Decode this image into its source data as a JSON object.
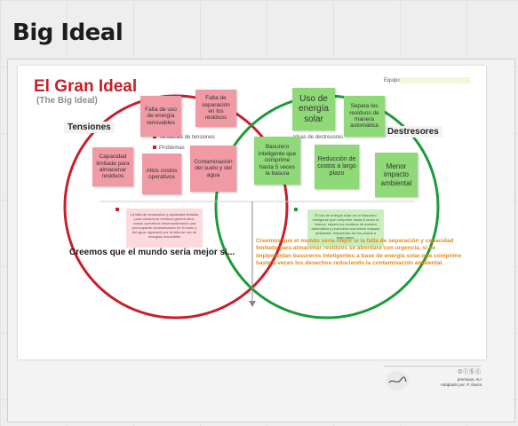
{
  "page": {
    "title": "Big Ideal"
  },
  "slide": {
    "title": "El Gran Ideal",
    "subtitle": "(The Big Ideal)",
    "team_label": "Equipo",
    "sections": {
      "left": "Tensiones",
      "right": "Destresores"
    },
    "bullets": {
      "tensiones": "Tensiones de tensiones",
      "problemas": "Problemas",
      "right": "Ideas de destresores"
    },
    "pink_notes": [
      "Falta de uso de energía renovables",
      "Falta de separación en los residuos",
      "Capacidad limitada para almacenar residuos",
      "Altos costos operativos",
      "Contaminación del suelo y del agua"
    ],
    "green_notes": [
      "Uso de energía solar",
      "Separa los residuos de manera automática",
      "Basurero inteligente que comprime hasta 5 veces la basura",
      "Reducción de costos a largo plazo",
      "Menor impacto ambiental"
    ],
    "info_left": "La falta de separación y capacidad limitada para almacenar residuos genera altos costos operativos desencadenando una preocupante contaminación en el suelo y del agua, agravado por la falta de uso de energías renovables",
    "info_right": "El uso de energía solar en un basurero inteligente que comprime hasta 5 veces la basura, separa los residuos de manera automática y promueve una menor impacto ambiental, reduciendo así los costos a largo plazo.",
    "believe_label": "Creemos que el mundo sería mejor si...",
    "statement": "Creemos que el mundo sería mejor si la falta de separación y capacidad limitada para almacenar residuos se abordara con urgencia, si se implementan basureros inteligentes a base de energía solar que comprime hasta 5 veces los desechos reduciendo la contaminación ambiental.",
    "footer": {
      "license_icons": "©ⓘⓈⓒ",
      "line1": "premisas: ALI",
      "line2": "Adaptado por: P. Ibarra"
    }
  },
  "colors": {
    "red_circle": "#c7202b",
    "green_circle": "#1e9a3a",
    "pink_note": "#f09aa5",
    "green_note": "#8fd978",
    "statement": "#e38a1c"
  }
}
